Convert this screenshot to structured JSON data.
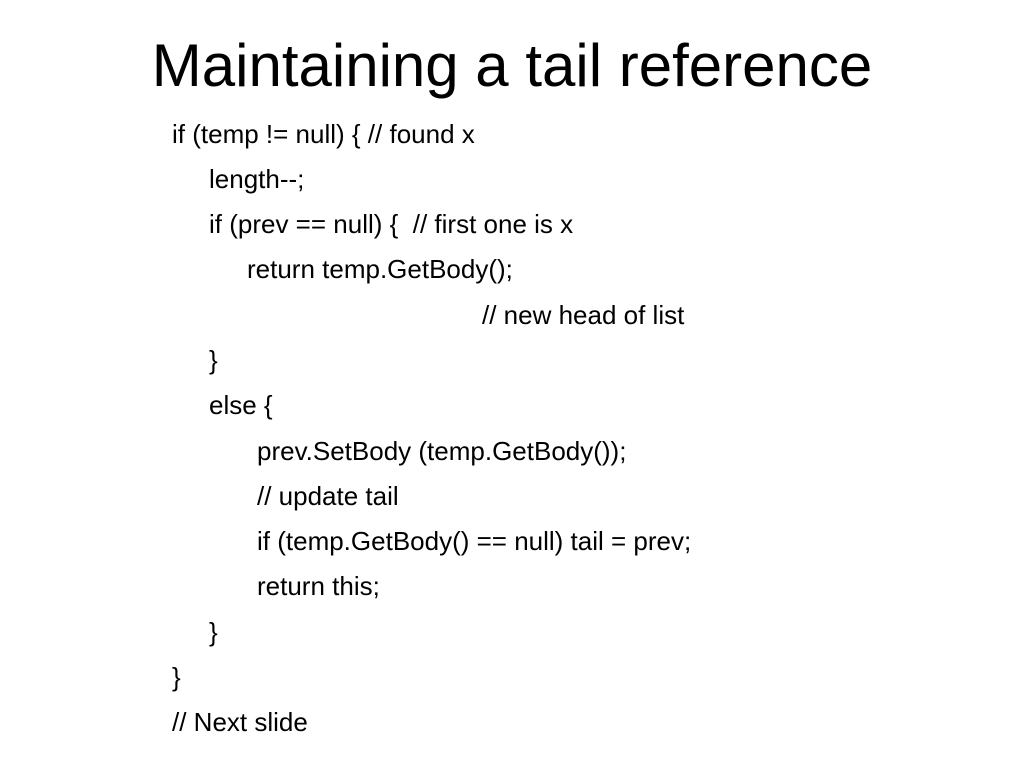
{
  "slide": {
    "title": "Maintaining a tail reference",
    "code_lines": [
      "if (temp != null) { // found x",
      "length--;",
      "if (prev == null) {  // first one is x",
      "return temp.GetBody();",
      "// new head of list",
      "}",
      "else {",
      "prev.SetBody (temp.GetBody());",
      "// update tail",
      "if (temp.GetBody() == null) tail = prev;",
      "return this;",
      "}",
      "}",
      "// Next slide"
    ]
  },
  "colors": {
    "background": "#ffffff",
    "text": "#000000"
  }
}
